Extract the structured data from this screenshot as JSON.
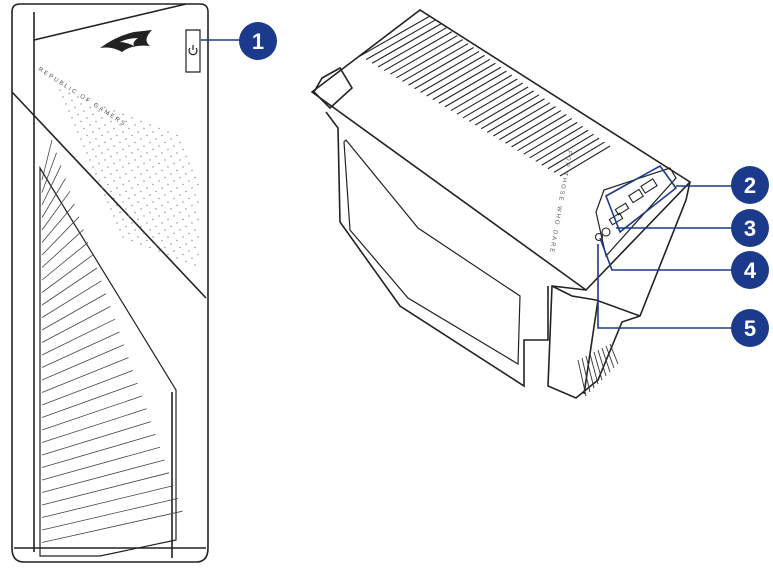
{
  "colors": {
    "callout_fill": "#1b3a8c",
    "callout_text": "#ffffff",
    "leader_line": "#1b3a8c",
    "outline": "#222222"
  },
  "front_view": {
    "brand_logo": "rog-eye-logo",
    "vertical_text": "REPUBLIC OF GAMERS",
    "power_icon": "power-icon"
  },
  "top_view": {
    "side_text": "FOR THOSE WHO DARE"
  },
  "callouts": [
    {
      "number": "1"
    },
    {
      "number": "2"
    },
    {
      "number": "3"
    },
    {
      "number": "4"
    },
    {
      "number": "5"
    }
  ]
}
